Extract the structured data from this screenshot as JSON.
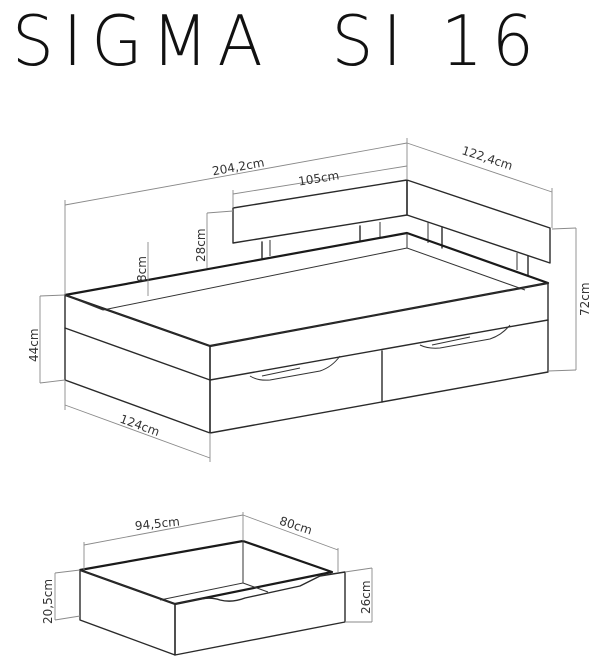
{
  "title": "SIGMA  SI 16",
  "bed": {
    "dimensions": {
      "total_length": "204,2cm",
      "headboard_length": "105cm",
      "depth": "122,4cm",
      "rail_height": "8cm",
      "headboard_height": "28cm",
      "frame_height": "44cm",
      "total_height": "72cm",
      "width": "124cm"
    }
  },
  "drawer": {
    "dimensions": {
      "length": "94,5cm",
      "depth": "80cm",
      "side_height": "20,5cm",
      "front_height": "26cm"
    }
  },
  "colors": {
    "line": "#1a1a1a",
    "dimension_line": "#8a8a8a",
    "background": "#ffffff"
  }
}
